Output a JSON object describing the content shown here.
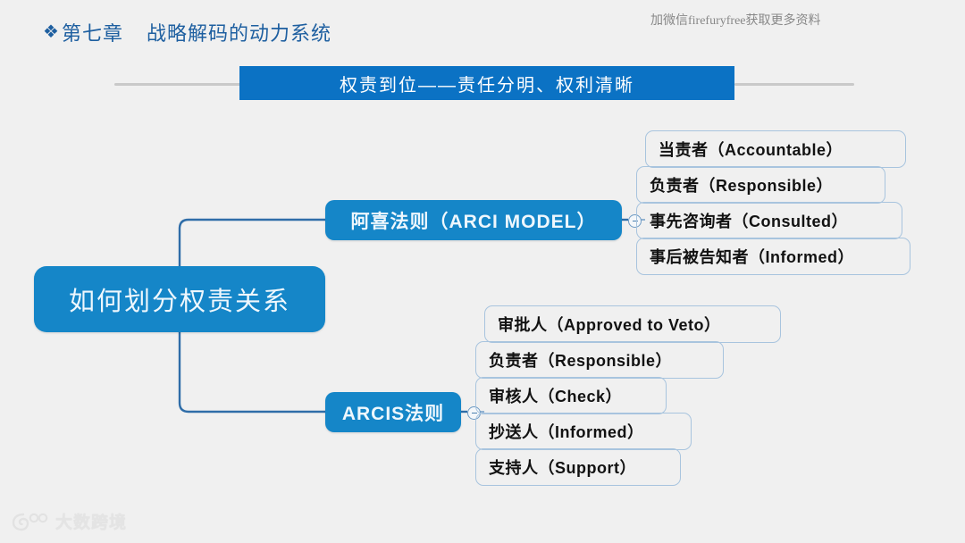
{
  "header": {
    "bullet_icon": "diamond-bullet-icon",
    "chapter_number": "第七章",
    "chapter_title": "战略解码的动力系统",
    "watermark": "加微信firefuryfree获取更多资料",
    "banner_title": "权责到位——责任分明、权利清晰"
  },
  "colors": {
    "node_blue": "#1586c8",
    "banner_blue": "#0b72c4",
    "connector_blue": "#2f6da8",
    "leaf_border": "#a8c4de",
    "title_blue": "#1e5fa0",
    "background": "#f0f0f0"
  },
  "mindmap": {
    "root": {
      "label": "如何划分权责关系"
    },
    "branches": [
      {
        "id": "arci",
        "label": "阿喜法则（ARCI MODEL）",
        "toggle_icon": "collapse-minus-icon",
        "leaves": [
          {
            "label": "当责者（Accountable）"
          },
          {
            "label": "负责者（Responsible）"
          },
          {
            "label": "事先咨询者（Consulted）"
          },
          {
            "label": "事后被告知者（Informed）"
          }
        ]
      },
      {
        "id": "arcis",
        "label": "ARCIS法则",
        "toggle_icon": "collapse-minus-icon",
        "leaves": [
          {
            "label": "审批人（Approved to Veto）"
          },
          {
            "label": "负责者（Responsible）"
          },
          {
            "label": "审核人（Check）"
          },
          {
            "label": "抄送人（Informed）"
          },
          {
            "label": "支持人（Support）"
          }
        ]
      }
    ]
  },
  "footer": {
    "logo_icon": "brand-mark-icon",
    "logo_text": "大数跨境"
  }
}
